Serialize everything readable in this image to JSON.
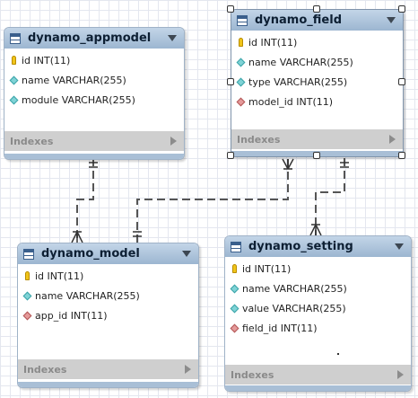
{
  "tables": {
    "appmodel": {
      "name": "dynamo_appmodel",
      "columns": [
        {
          "label": "id INT(11)",
          "kind": "primary-key"
        },
        {
          "label": "name VARCHAR(255)",
          "kind": "column"
        },
        {
          "label": "module VARCHAR(255)",
          "kind": "column"
        }
      ],
      "indexes_label": "Indexes"
    },
    "field": {
      "name": "dynamo_field",
      "columns": [
        {
          "label": "id INT(11)",
          "kind": "primary-key"
        },
        {
          "label": "name VARCHAR(255)",
          "kind": "column"
        },
        {
          "label": "type VARCHAR(255)",
          "kind": "column"
        },
        {
          "label": "model_id INT(11)",
          "kind": "foreign-key"
        }
      ],
      "indexes_label": "Indexes"
    },
    "model": {
      "name": "dynamo_model",
      "columns": [
        {
          "label": "id INT(11)",
          "kind": "primary-key"
        },
        {
          "label": "name VARCHAR(255)",
          "kind": "column"
        },
        {
          "label": "app_id INT(11)",
          "kind": "foreign-key"
        }
      ],
      "indexes_label": "Indexes"
    },
    "setting": {
      "name": "dynamo_setting",
      "columns": [
        {
          "label": "id INT(11)",
          "kind": "primary-key"
        },
        {
          "label": "name VARCHAR(255)",
          "kind": "column"
        },
        {
          "label": "value VARCHAR(255)",
          "kind": "column"
        },
        {
          "label": "field_id INT(11)",
          "kind": "foreign-key"
        }
      ],
      "indexes_label": "Indexes"
    }
  },
  "relationships": [
    {
      "from": "dynamo_appmodel",
      "to": "dynamo_model",
      "cardinality": "one-to-many"
    },
    {
      "from": "dynamo_model",
      "to": "dynamo_field",
      "cardinality": "one-to-many"
    },
    {
      "from": "dynamo_field",
      "to": "dynamo_setting",
      "cardinality": "one-to-many"
    }
  ],
  "selected_table": "dynamo_field",
  "colors": {
    "header": "#9cb6d1",
    "indexes_bar": "#cfcfcf",
    "connector": "#555555",
    "primary_key": "#f0c419",
    "column": "#7fd3d6",
    "foreign_key": "#e59a9a"
  },
  "icons": {
    "table": "table-icon",
    "primary_key": "key-icon",
    "column": "diamond-icon",
    "foreign_key": "red-diamond-icon",
    "menu": "chevron-down-icon",
    "indexes": "triangle-right-icon"
  }
}
